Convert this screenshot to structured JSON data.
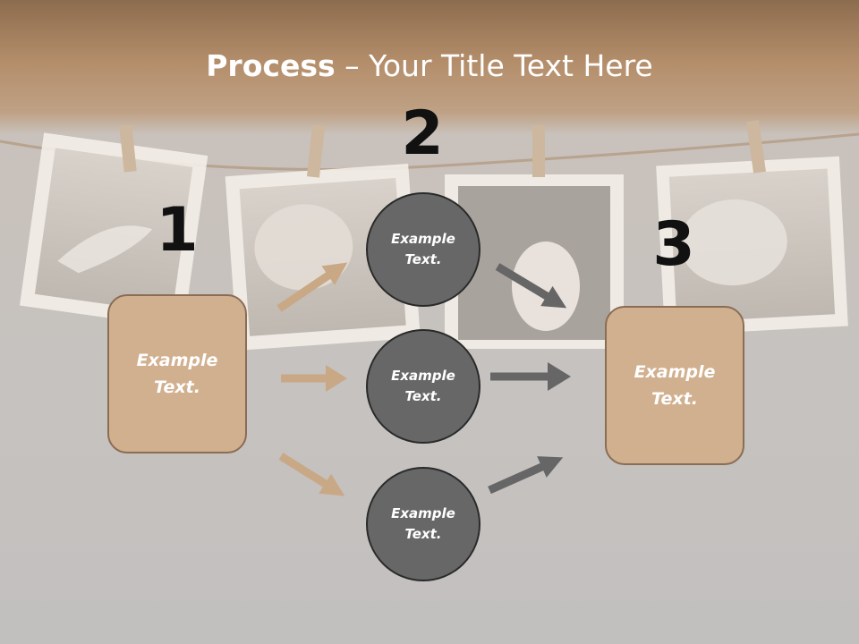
{
  "slide": {
    "title_bold": "Process",
    "title_rest": " – Your Title Text Here"
  },
  "steps": {
    "n1": "1",
    "n2": "2",
    "n3": "3"
  },
  "boxes": {
    "left": "Example\nText.",
    "right": "Example\nText."
  },
  "circles": {
    "top": "Example\nText.",
    "middle": "Example\nText.",
    "bottom": "Example\nText."
  },
  "colors": {
    "box_fill": "#d1b08f",
    "box_border": "#8a6d55",
    "circle_fill": "#676767",
    "arrow_tan": "#c9a886",
    "arrow_gray": "#666666"
  },
  "icons": {
    "arrow": "arrow-icon",
    "photo": "photo-frame-icon",
    "clothespin": "clothespin-icon"
  }
}
